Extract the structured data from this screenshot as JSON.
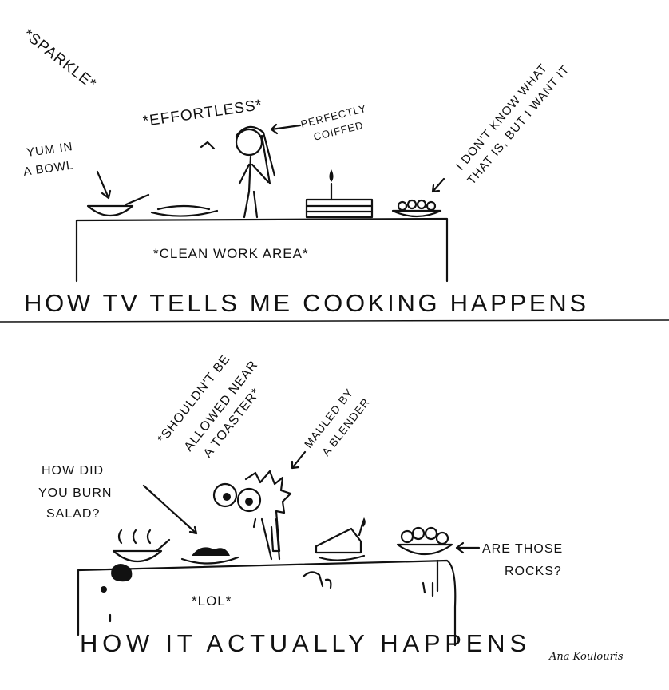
{
  "top_panel": {
    "sparkle": "*SPARKLE*",
    "effortless": "*EFFORTLESS*",
    "coiffed_1": "PERFECTLY",
    "coiffed_2": "COIFFED",
    "bowl_1": "YUM IN",
    "bowl_2": "A BOWL",
    "want_1": "I DON'T KNOW WHAT",
    "want_2": "THAT IS, BUT I WANT IT",
    "table_label": "*CLEAN WORK AREA*",
    "caption": "HOW TV TELLS ME COOKING HAPPENS"
  },
  "bottom_panel": {
    "toaster_1": "*SHOULDN'T BE",
    "toaster_2": "ALLOWED NEAR",
    "toaster_3": "A TOASTER*",
    "blender_1": "MAULED BY",
    "blender_2": "A BLENDER",
    "salad_1": "HOW DID",
    "salad_2": "YOU BURN",
    "salad_3": "SALAD?",
    "rocks_1": "ARE THOSE",
    "rocks_2": "ROCKS?",
    "table_label": "*LOL*",
    "caption": "HOW IT ACTUALLY HAPPENS"
  },
  "signature": "Ana Koulouris"
}
